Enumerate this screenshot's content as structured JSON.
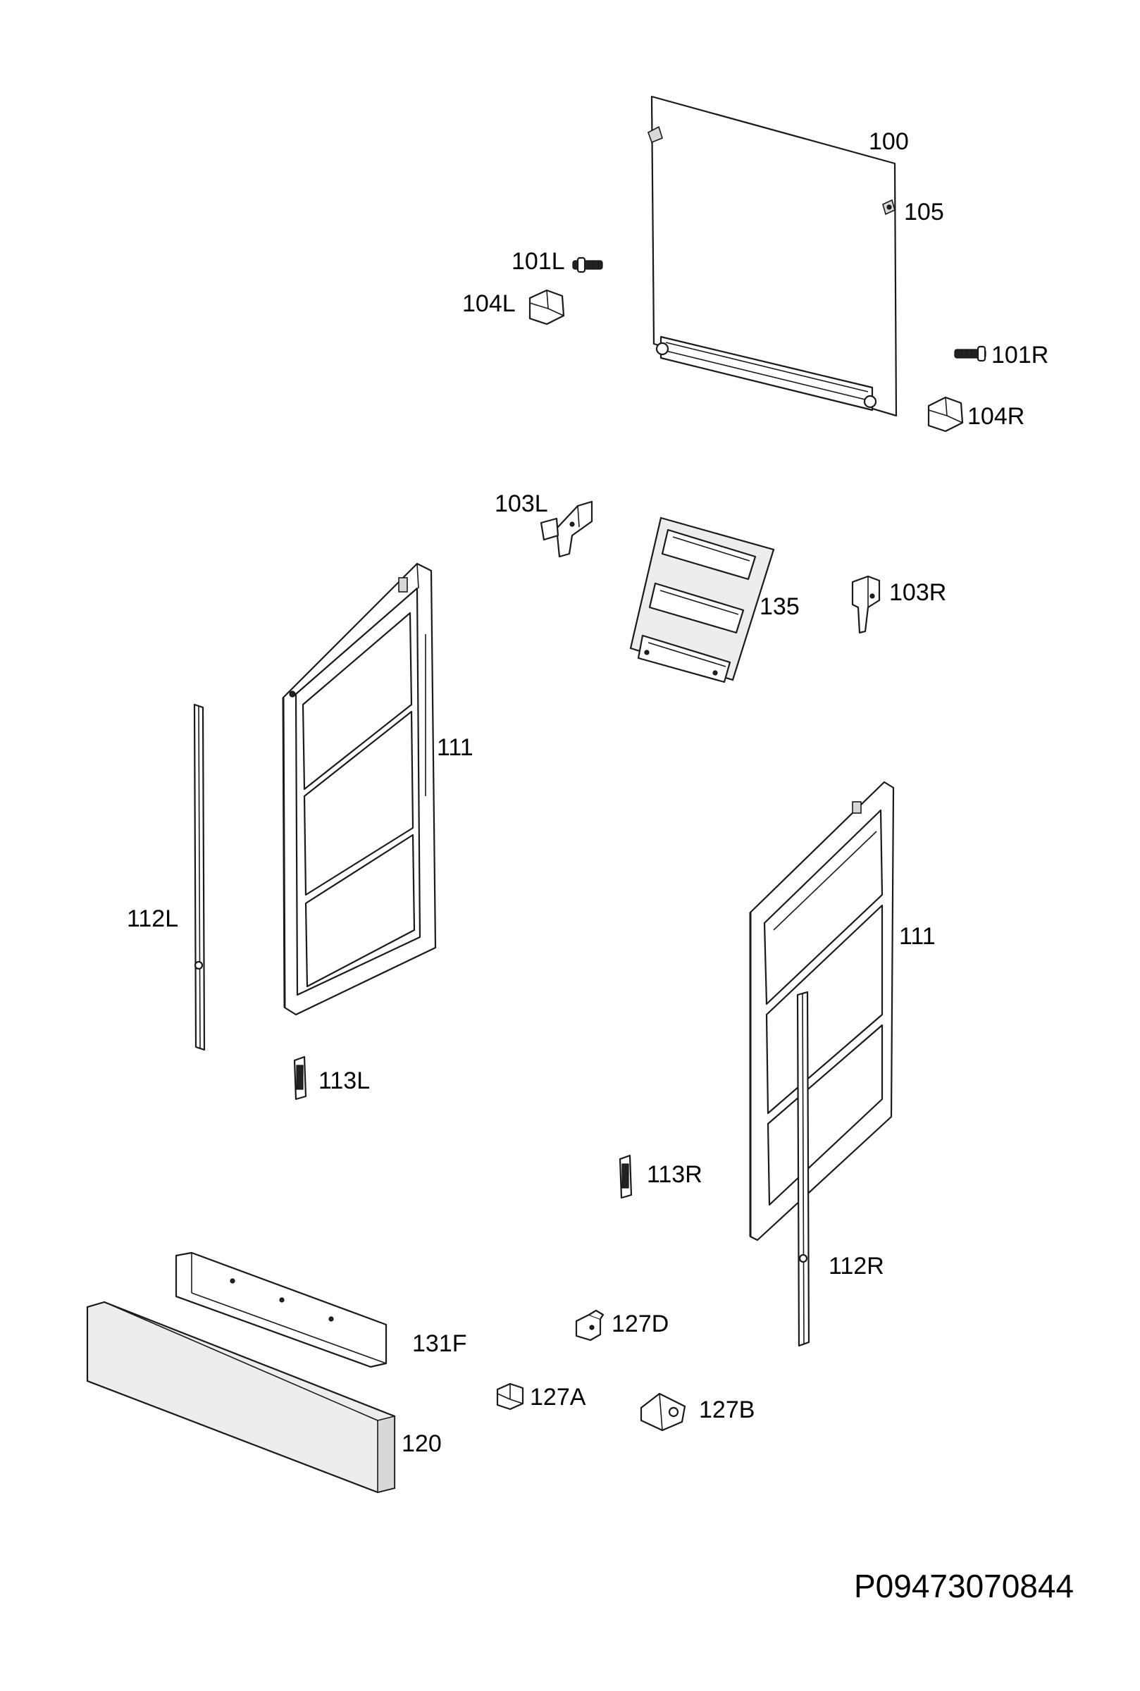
{
  "labels": {
    "p100": "100",
    "p105": "105",
    "p101L": "101L",
    "p104L": "104L",
    "p101R": "101R",
    "p104R": "104R",
    "p103L": "103L",
    "p135": "135",
    "p103R": "103R",
    "p111a": "111",
    "p112L": "112L",
    "p113L": "113L",
    "p111b": "111",
    "p113R": "113R",
    "p112R": "112R",
    "p131F": "131F",
    "p127D": "127D",
    "p127A": "127A",
    "p127B": "127B",
    "p120": "120"
  },
  "drawing_code": "P09473070844"
}
